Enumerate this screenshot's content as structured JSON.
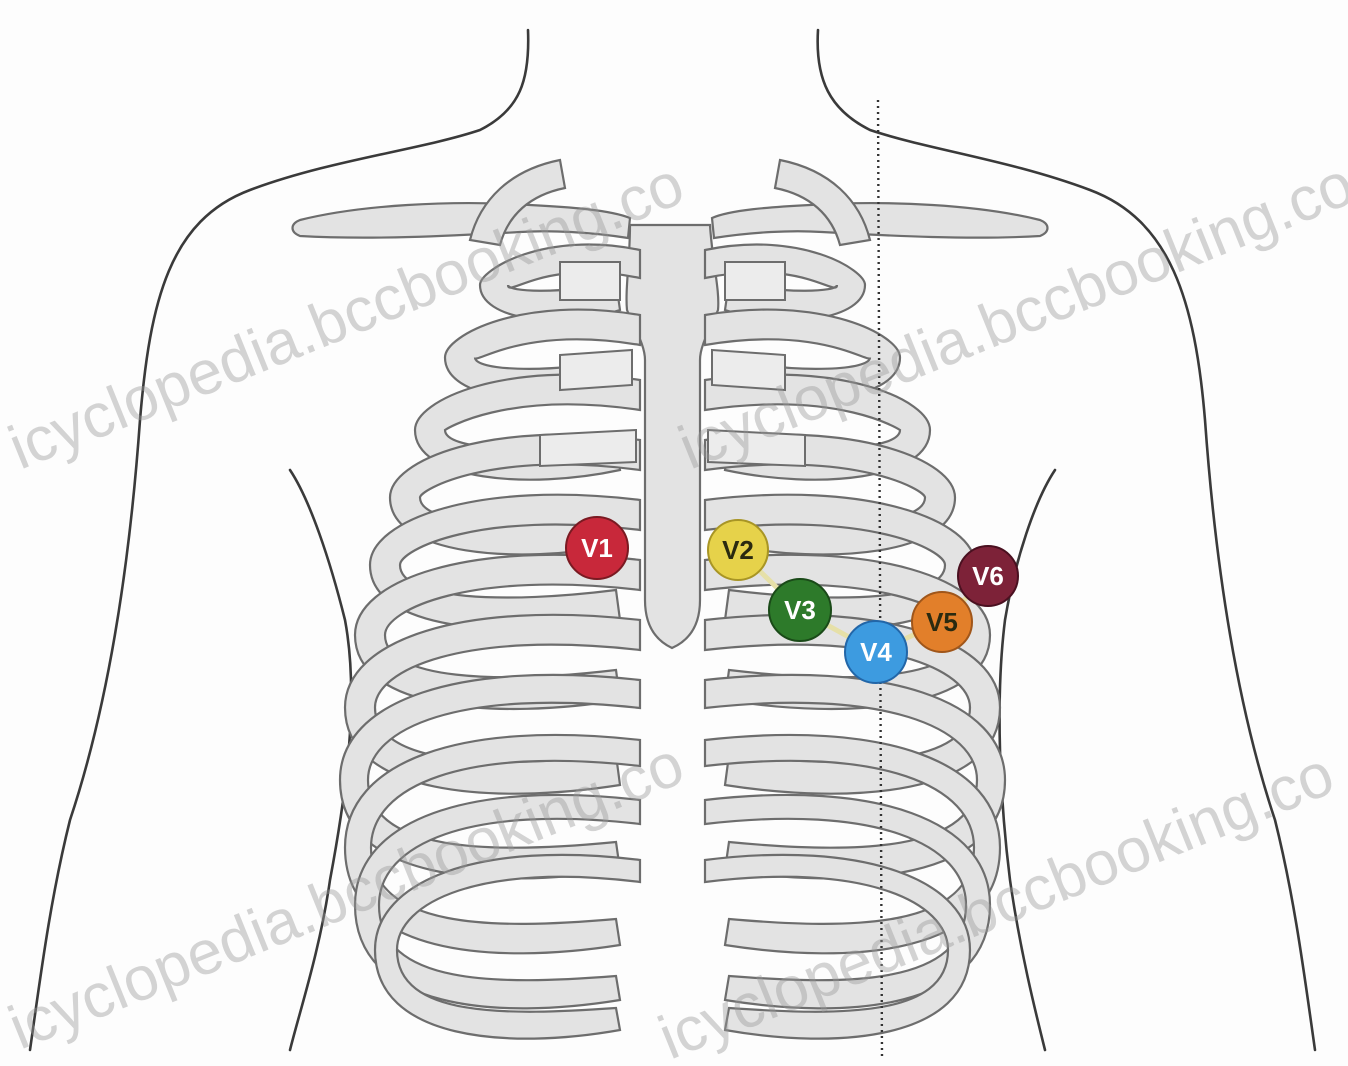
{
  "leads": [
    {
      "label": "V1",
      "color": "#c8283a"
    },
    {
      "label": "V2",
      "color": "#e6d24a"
    },
    {
      "label": "V3",
      "color": "#2d7a2a"
    },
    {
      "label": "V4",
      "color": "#3d9be0"
    },
    {
      "label": "V5",
      "color": "#e27f2a"
    },
    {
      "label": "V6",
      "color": "#7d2238"
    }
  ],
  "watermarks": [
    "icyclopedia.bccbooking.co",
    "icyclopedia.bccbooking.co",
    "icyclopedia.bccbooking.co",
    "icyclopedia.bccbooking.co"
  ]
}
